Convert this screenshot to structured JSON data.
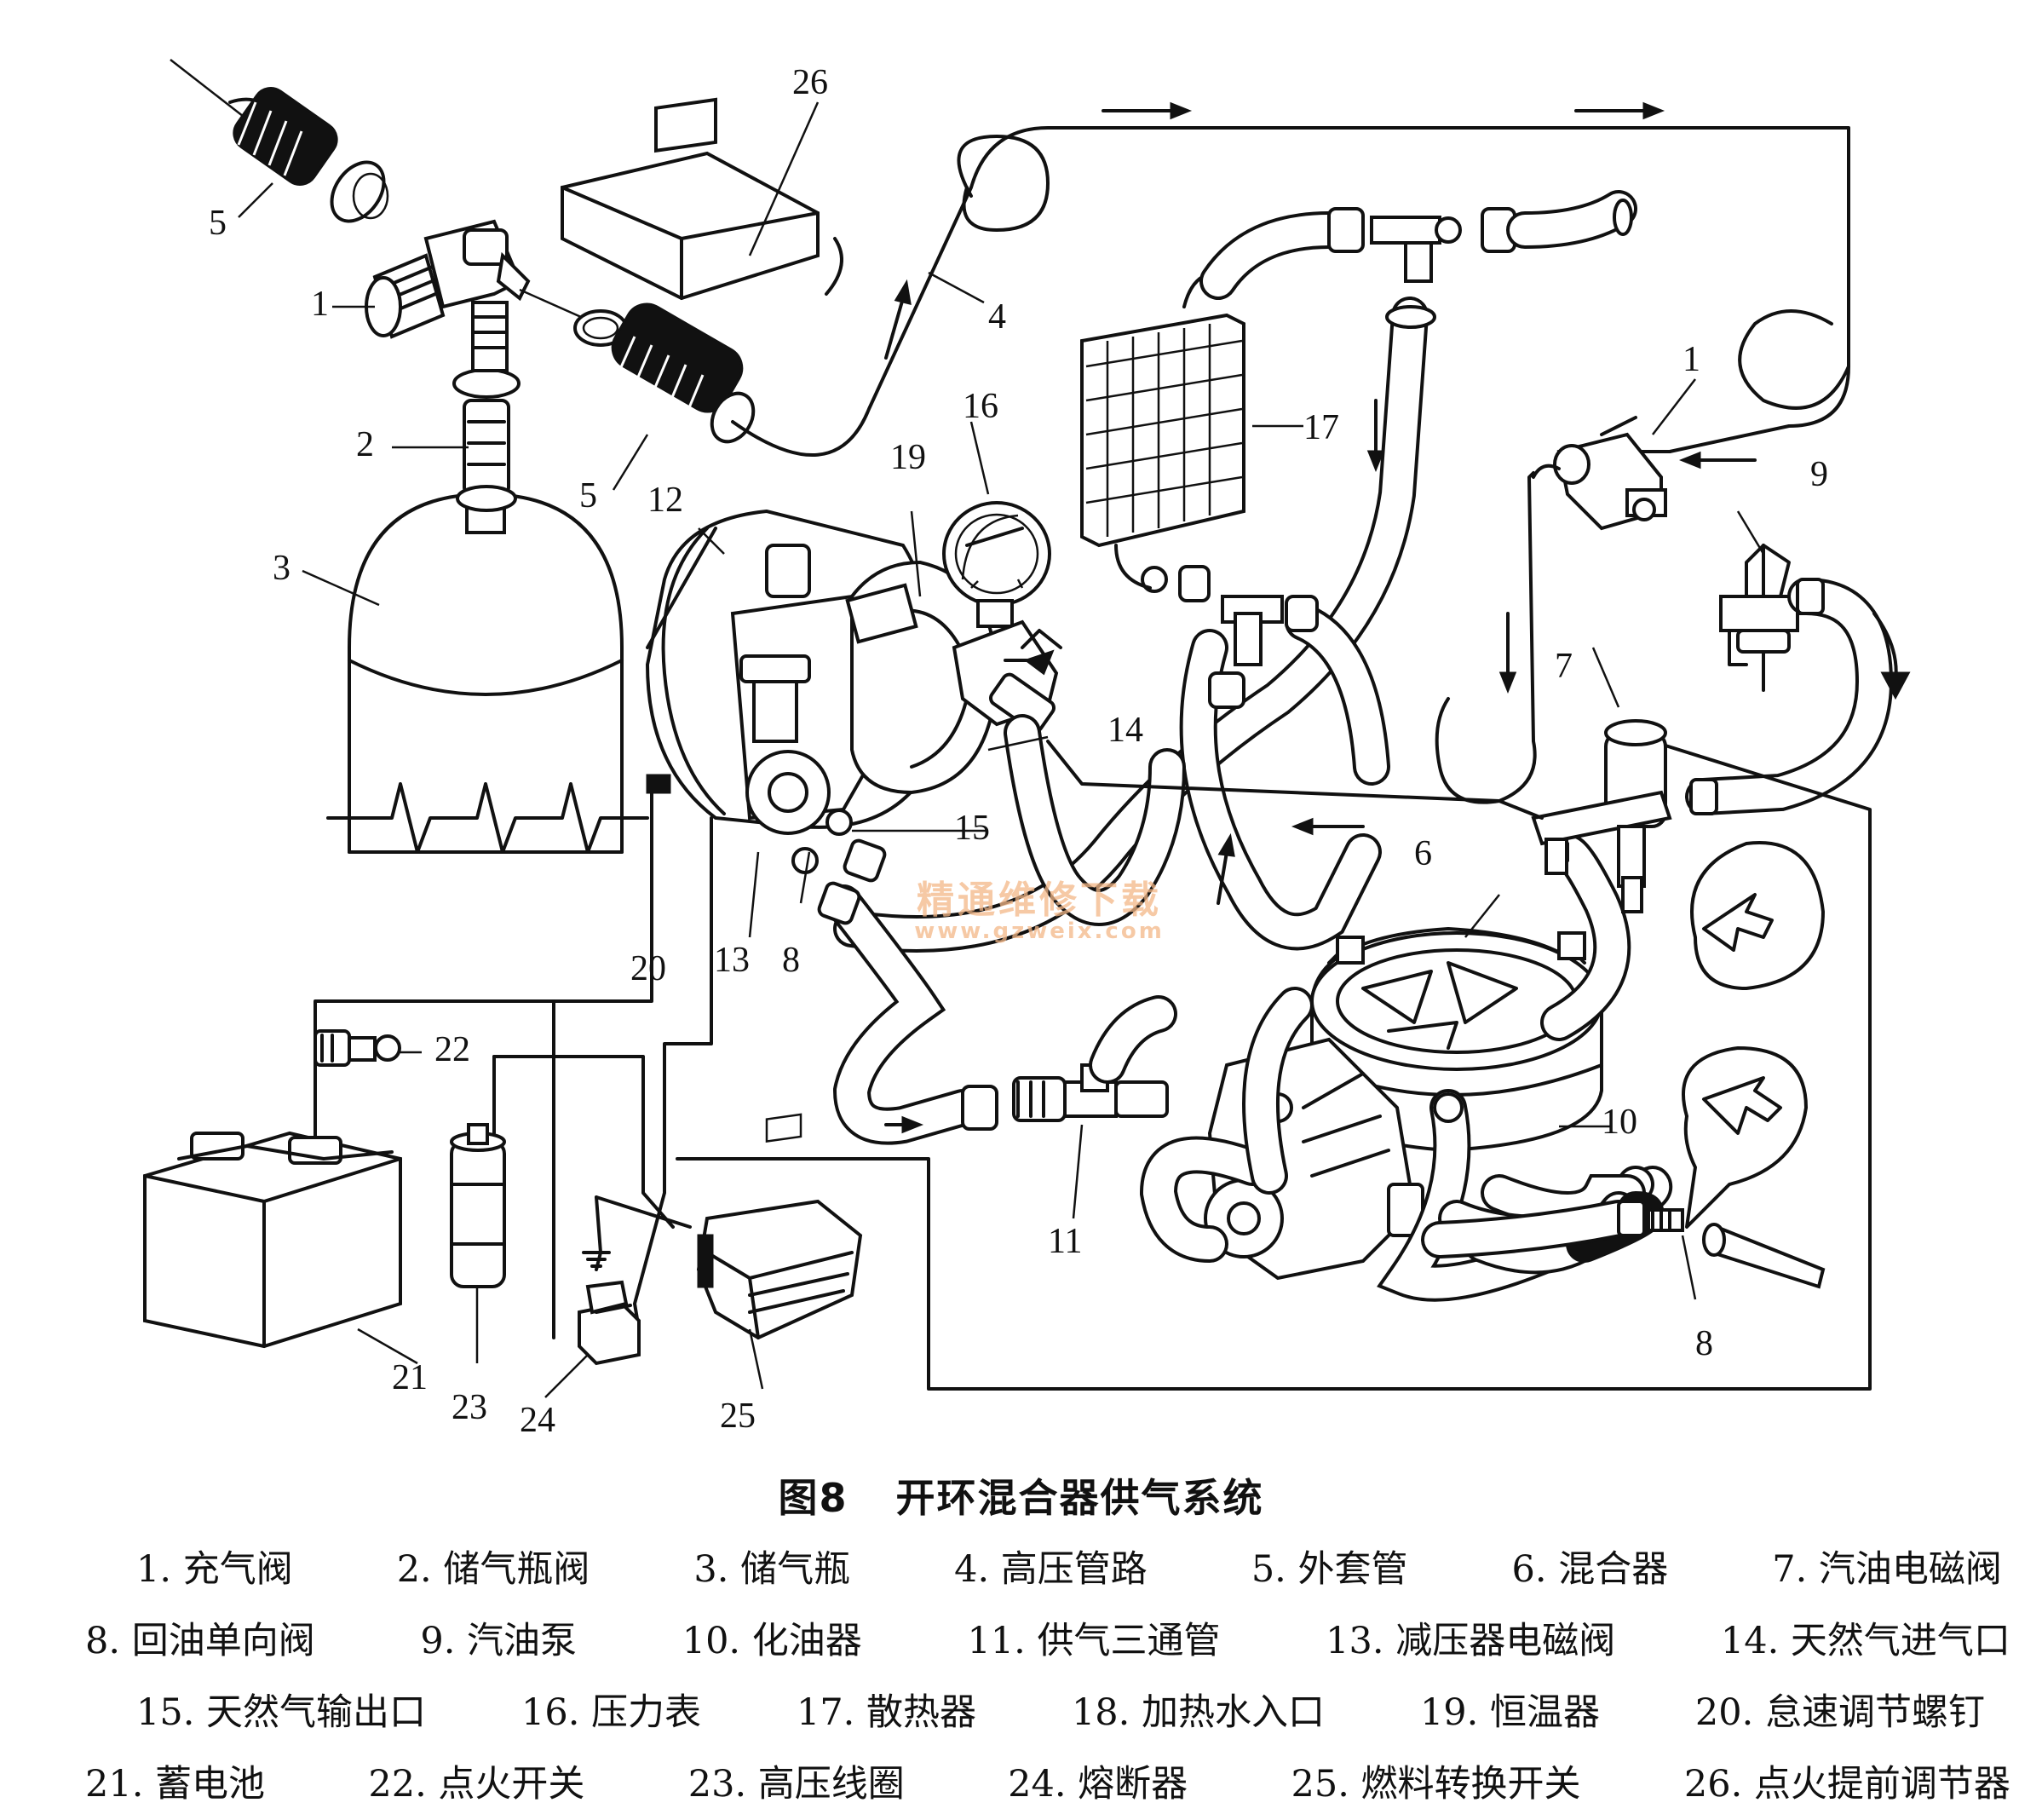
{
  "figure": {
    "number": "图8",
    "title": "开环混合器供气系统"
  },
  "watermark": {
    "line1": "精通维修下载",
    "line2": "www.gzweix.com"
  },
  "callouts": {
    "c1a": "1",
    "c1b": "1",
    "c2": "2",
    "c3": "3",
    "c4": "4",
    "c5a": "5",
    "c5b": "5",
    "c6": "6",
    "c7": "7",
    "c8a": "8",
    "c8b": "8",
    "c9": "9",
    "c10": "10",
    "c11": "11",
    "c12": "12",
    "c13": "13",
    "c14": "14",
    "c15": "15",
    "c16": "16",
    "c17": "17",
    "c19": "19",
    "c20": "20",
    "c21": "21",
    "c22": "22",
    "c23": "23",
    "c24": "24",
    "c25": "25",
    "c26": "26"
  },
  "legend": {
    "rows": [
      [
        "1. 充气阀",
        "2. 储气瓶阀",
        "3. 储气瓶",
        "4. 高压管路",
        "5. 外套管",
        "6. 混合器",
        "7. 汽油电磁阀"
      ],
      [
        "8. 回油单向阀",
        "9. 汽油泵",
        "10. 化油器",
        "11. 供气三通管",
        "13. 减压器电磁阀",
        "14. 天然气进气口"
      ],
      [
        "15. 天然气输出口",
        "16. 压力表",
        "17. 散热器",
        "18. 加热水入口",
        "19. 恒温器",
        "20. 怠速调节螺钉"
      ],
      [
        "21. 蓄电池",
        "22. 点火开关",
        "23. 高压线圈",
        "24. 熔断器",
        "25. 燃料转换开关",
        "26. 点火提前调节器"
      ]
    ]
  }
}
